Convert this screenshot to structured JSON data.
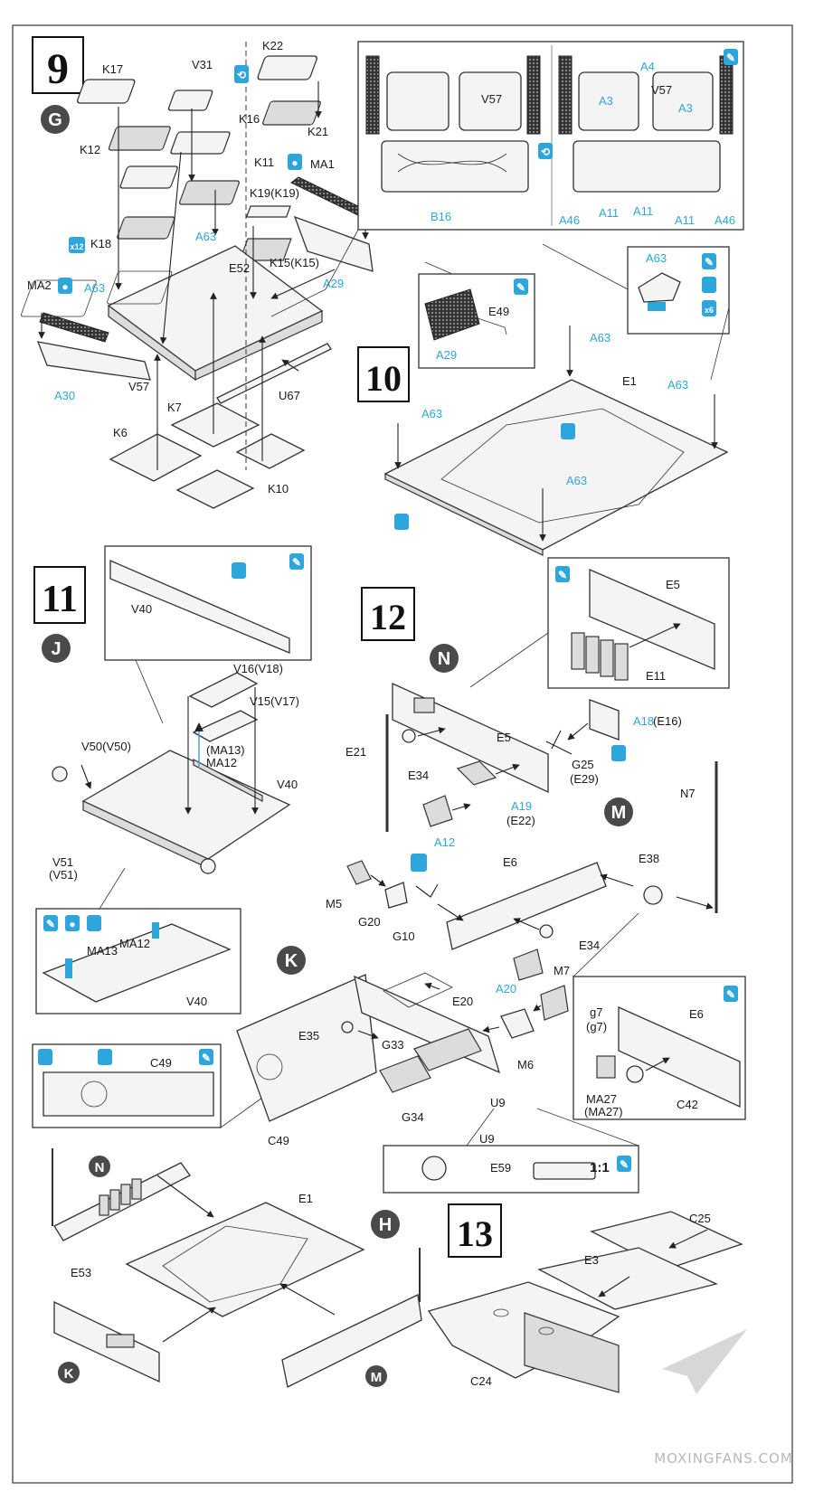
{
  "steps": {
    "s9": {
      "number": "9",
      "badge": "G"
    },
    "s10": {
      "number": "10"
    },
    "s11": {
      "number": "11",
      "badge": "J"
    },
    "s12": {
      "number": "12",
      "badges": [
        "N",
        "M",
        "K"
      ]
    },
    "s13": {
      "number": "13"
    },
    "sub_badges": {
      "n": "N",
      "h": "H",
      "k": "K",
      "m": "M"
    }
  },
  "labels": {
    "k17": "K17",
    "v31": "V31",
    "k22": "K22",
    "k12": "K12",
    "k16": "K16",
    "k21": "K21",
    "k11": "K11",
    "ma1": "MA1",
    "k19": "K19(K19)",
    "x12": "x12",
    "k18": "K18",
    "a63a": "A63",
    "e52": "E52",
    "k15": "K15(K15)",
    "a29": "A29",
    "ma2": "MA2",
    "a63b": "A63",
    "a30": "A30",
    "v57": "V57",
    "k7": "K7",
    "u67": "U67",
    "k6": "K6",
    "k10": "K10",
    "v57b": "V57",
    "a4": "A4",
    "a3a": "A3",
    "v57c": "V57",
    "a3b": "A3",
    "b16": "B16",
    "a46a": "A46",
    "a11a": "A11",
    "a11b": "A11",
    "a11c": "A11",
    "a46b": "A46",
    "a63c": "A63",
    "x6": "x6",
    "e49": "E49",
    "a29b": "A29",
    "e1": "E1",
    "a63d": "A63",
    "a63e": "A63",
    "a63f": "A63",
    "a63g": "A63",
    "v40a": "V40",
    "v16": "V16(V18)",
    "v15": "V15(V17)",
    "ma13": "(MA13)",
    "ma12": "MA12",
    "v50": "V50(V50)",
    "v40b": "V40",
    "v51": "V51",
    "v51b": "(V51)",
    "ma13b": "MA13",
    "ma12b": "MA12",
    "v40c": "V40",
    "c49a": "C49",
    "c49b": "C49",
    "e5a": "E5",
    "e11": "E11",
    "e5b": "E5",
    "a18": "A18",
    "e16": "(E16)",
    "e21": "E21",
    "e34a": "E34",
    "g25": "G25",
    "e29": "(E29)",
    "a19": "A19",
    "e22": "(E22)",
    "a12": "A12",
    "n7": "N7",
    "e38": "E38",
    "e6a": "E6",
    "m5": "M5",
    "g20": "G20",
    "g10": "G10",
    "e34b": "E34",
    "a20": "A20",
    "m7": "M7",
    "e20": "E20",
    "e35": "E35",
    "m6": "M6",
    "g33": "G33",
    "g34": "G34",
    "u9a": "U9",
    "e6b": "E6",
    "g7": "g7",
    "g7b": "(g7)",
    "ma27": "MA27",
    "ma27b": "(MA27)",
    "c42": "C42",
    "u9b": "U9",
    "e59": "E59",
    "scale": "1:1",
    "e1b": "E1",
    "e53": "E53",
    "c25": "C25",
    "e3": "E3",
    "c24": "C24"
  },
  "watermark": "MOXINGFANS.COM",
  "colors": {
    "accent": "#2ea6dc",
    "badge": "#4a4a4a",
    "line": "#222222"
  },
  "icons": [
    "paint-icon",
    "x-count-icon",
    "glue-icon",
    "flip-icon",
    "decal-icon",
    "cut-icon",
    "remove-icon"
  ]
}
